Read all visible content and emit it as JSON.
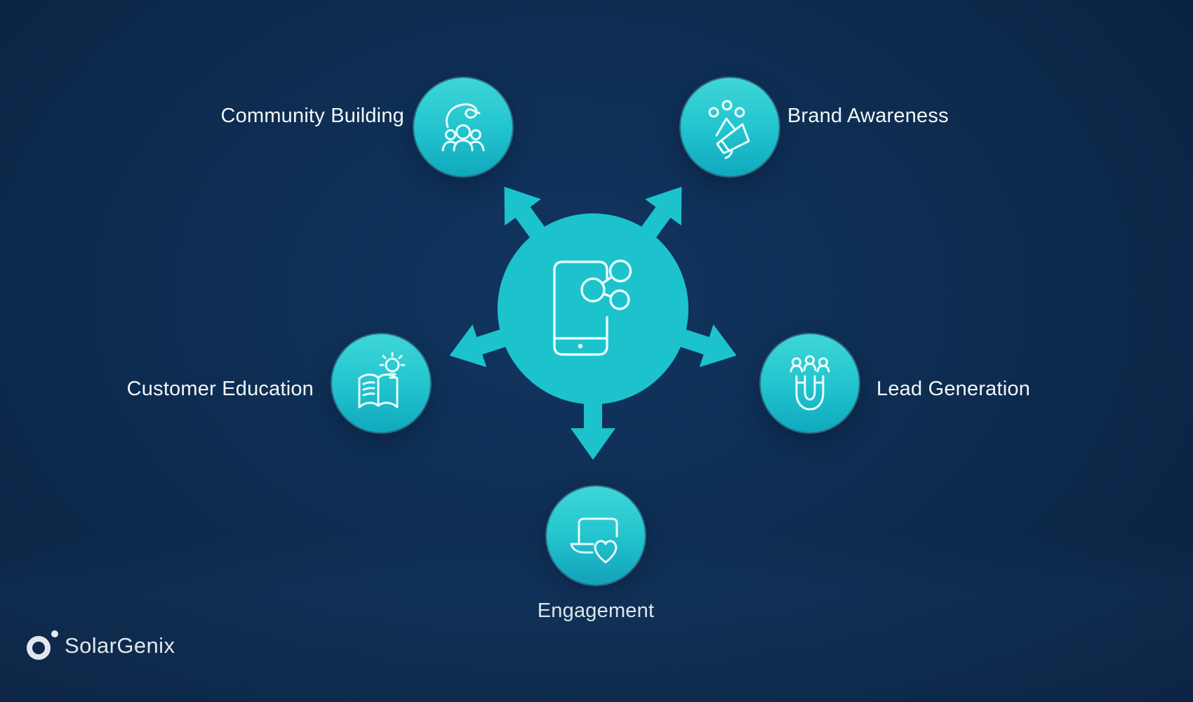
{
  "title": "Social media marketing benefits diagram",
  "theme": {
    "bg_center": "#113560",
    "bg_mid": "#0d2c50",
    "bg_edge": "#091f3c",
    "hub_color": "#1cc3cd",
    "node_top": "#3ed6d8",
    "node_bottom": "#10a9bd",
    "icon_stroke": "#e8fcfb",
    "label_color": "#f3f7f9",
    "logo_color": "#ffffff"
  },
  "hub": {
    "icon": "phone-share-icon",
    "arrow_count": 5
  },
  "nodes": [
    {
      "id": "community-building",
      "label": "Community Building",
      "icon": "hand-over-people-icon",
      "label_side": "left"
    },
    {
      "id": "brand-awareness",
      "label": "Brand Awareness",
      "icon": "megaphone-audience-icon",
      "label_side": "right"
    },
    {
      "id": "customer-education",
      "label": "Customer Education",
      "icon": "open-book-lightbulb-icon",
      "label_side": "left"
    },
    {
      "id": "lead-generation",
      "label": "Lead Generation",
      "icon": "magnet-people-icon",
      "label_side": "right"
    },
    {
      "id": "engagement",
      "label": "Engagement",
      "icon": "laptop-heart-icon",
      "label_side": "bottom"
    }
  ],
  "footer": {
    "logo_text": "SolarGenix"
  }
}
